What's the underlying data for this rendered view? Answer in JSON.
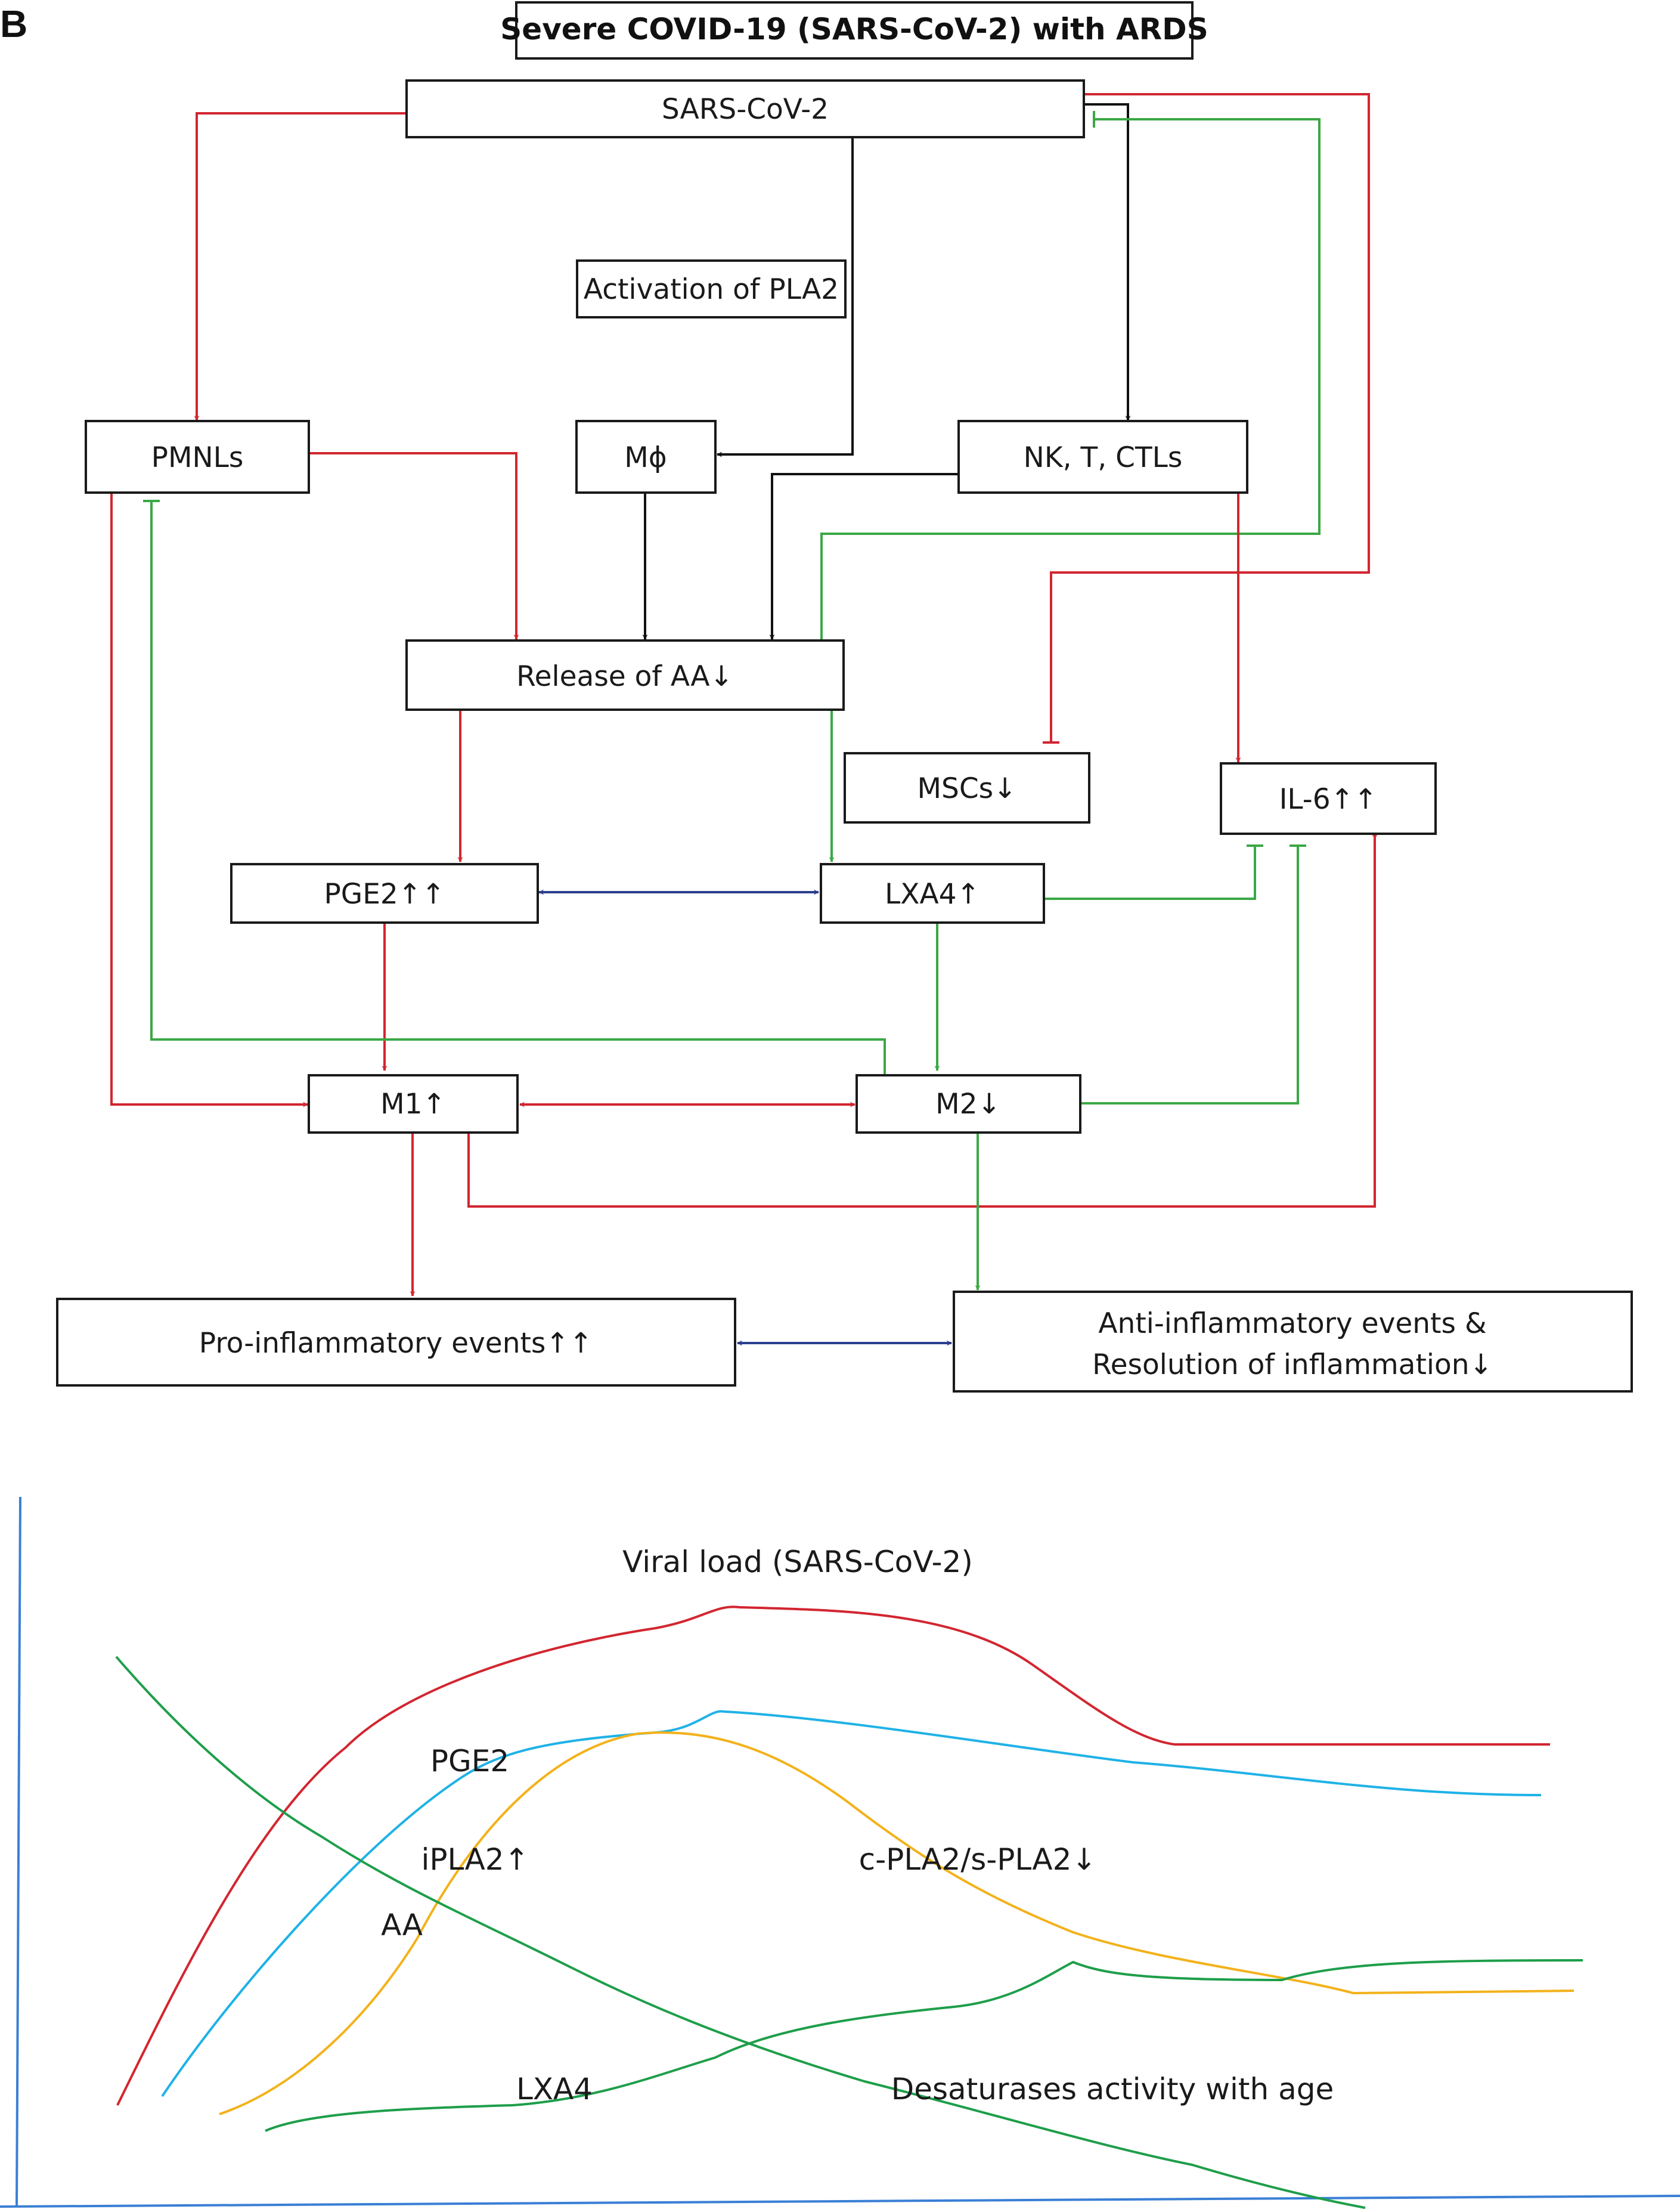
{
  "panel_label": "B",
  "title": "Severe COVID-19 (SARS-CoV-2) with ARDS",
  "nodes": {
    "sars": "SARS-CoV-2",
    "pla2": "Activation of PLA2",
    "pmnls": "PMNLs",
    "mphi": "Mϕ",
    "nk": "NK, T, CTLs",
    "aa": "Release of AA↓",
    "mscs": "MSCs↓",
    "il6": "IL-6↑↑",
    "pge2": "PGE2↑↑",
    "lxa4": "LXA4↑",
    "m1": "M1↑",
    "m2": "M2↓",
    "pro": "Pro-inflammatory events↑↑",
    "anti_line1": "Anti-inflammatory events &",
    "anti_line2": "Resolution of inflammation↓"
  },
  "curves": {
    "viral": "Viral load (SARS-CoV-2)",
    "pge2": "PGE2",
    "ipla2": "iPLA2↑",
    "cpla2": "c-PLA2/s-PLA2↓",
    "aa": "AA",
    "lxa4": "LXA4",
    "desat": "Desaturases activity with age"
  },
  "colors": {
    "red": "#d22630",
    "green": "#3aa845",
    "black": "#111111",
    "blue": "#2a3f8f",
    "axis": "#3a7fd5",
    "cyan": "#1fb2e6",
    "orange": "#f3b21b",
    "curve_green": "#1e9e4a"
  }
}
